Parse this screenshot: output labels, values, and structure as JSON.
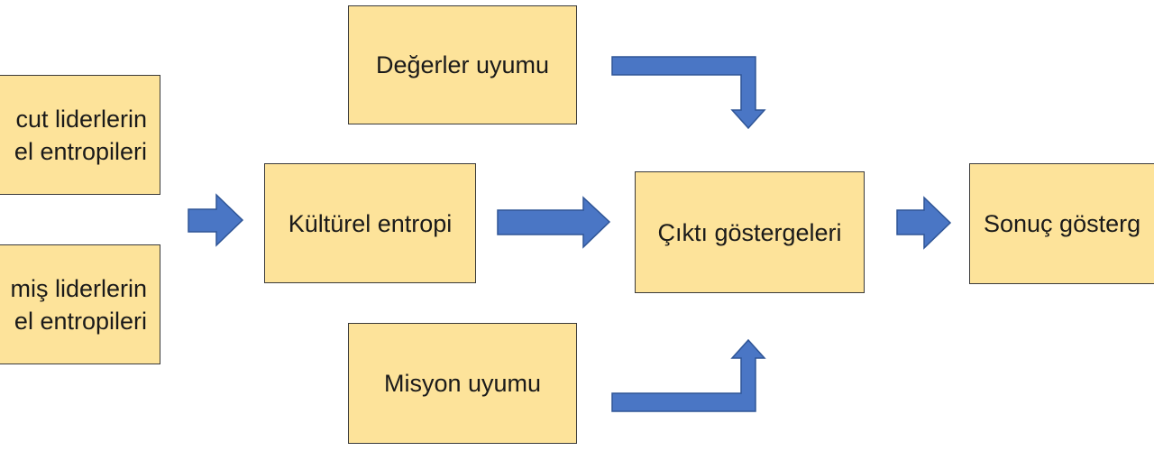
{
  "diagram": {
    "box_fill": "#fde39a",
    "box_border": "#3a3a3a",
    "arrow_fill": "#4a76c5",
    "arrow_stroke": "#2f5596",
    "nodes": {
      "current_leaders": "cut liderlerin\nel entropileri",
      "past_leaders": "miş liderlerin\nel entropileri",
      "cultural_entropy": "Kültürel entropi",
      "values_alignment": "Değerler uyumu",
      "mission_alignment": "Misyon uyumu",
      "output_indicators": "Çıktı göstergeleri",
      "outcome_indicators": "Sonuç gösterg"
    },
    "arrows": [
      "leaders-to-cultural-entropy",
      "cultural-entropy-to-output",
      "values-to-output",
      "mission-to-output",
      "output-to-outcome"
    ]
  }
}
